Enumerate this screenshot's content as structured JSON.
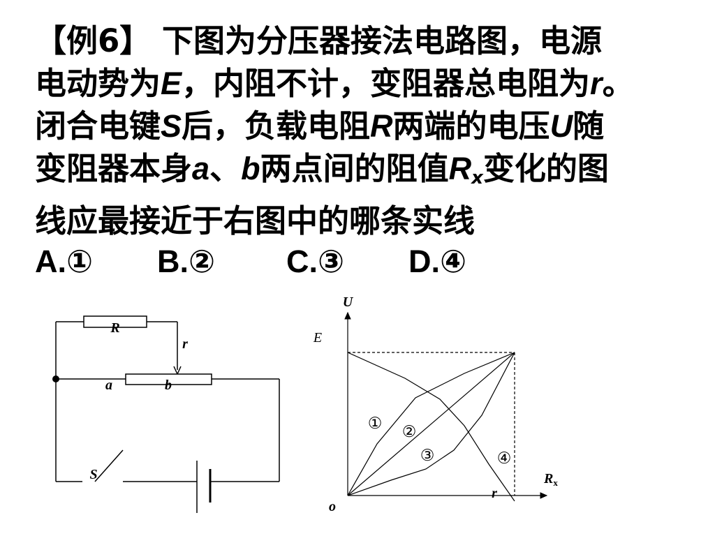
{
  "question": {
    "example_label": "【例6】",
    "seg1": " 下图为分压器接法电路图，电源",
    "seg2": "电动势为",
    "var_E": "E",
    "seg3": "，内阻不计，变阻器总电阻为",
    "var_r": "r",
    "seg4": "。",
    "seg5": "闭合电键",
    "var_S": "S",
    "seg6": "后，负载电阻",
    "var_R": "R",
    "seg7": "两端的电压",
    "var_U": "U",
    "seg8": "随",
    "seg9": "变阻器本身",
    "var_a": "a",
    "seg10": "、",
    "var_b": "b",
    "seg11": "两点间的阻值",
    "var_Rx": "R",
    "var_Rx_sub": "x",
    "seg12": "变化的图",
    "seg13": "线应最接近于右图中的哪条实线"
  },
  "options": [
    {
      "letter": "A.",
      "mark": "①"
    },
    {
      "letter": "B.",
      "mark": "②"
    },
    {
      "letter": "C.",
      "mark": "③"
    },
    {
      "letter": "D.",
      "mark": "④"
    }
  ],
  "circuit": {
    "label_R": "R",
    "label_r": "r",
    "label_a": "a",
    "label_b": "b",
    "label_S": "S"
  },
  "graph": {
    "axis_y_label": "U",
    "axis_x_label": "R",
    "axis_x_label_sub": "x",
    "label_E": "E",
    "label_r": "r",
    "label_origin": "o",
    "curve_labels": [
      "①",
      "②",
      "③",
      "④"
    ]
  }
}
